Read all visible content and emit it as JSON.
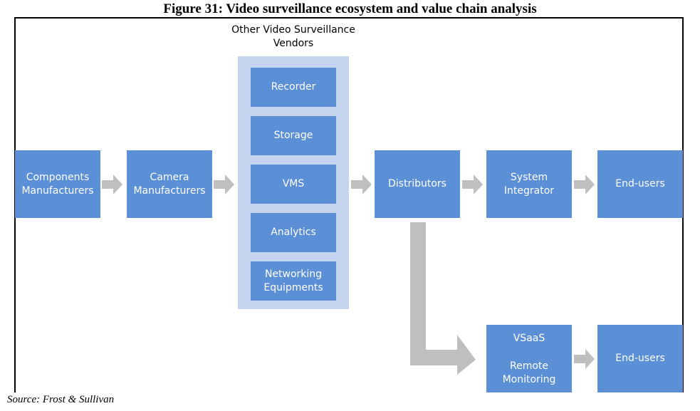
{
  "title": "Figure 31: Video surveillance ecosystem and value chain analysis",
  "vendors_group": {
    "title_line1": "Other Video Surveillance",
    "title_line2": "Vendors",
    "items": [
      "Recorder",
      "Storage",
      "VMS",
      "Analytics",
      "Networking|Equipments"
    ]
  },
  "chain": {
    "components": [
      "Components",
      "Manufacturers"
    ],
    "camera": [
      "Camera",
      "Manufacturers"
    ],
    "distributors": "Distributors",
    "integrator": [
      "System",
      "Integrator"
    ],
    "end_users_top": "End-users"
  },
  "lower": {
    "vsaas": "VSaaS",
    "remote": [
      "Remote",
      "Monitoring"
    ],
    "end_users_bottom": "End-users"
  },
  "source": "Source: Frost & Sullivan",
  "colors": {
    "box": "#5b8fd6",
    "panel": "#c5d5ef",
    "arrow": "#bfbfbf"
  }
}
